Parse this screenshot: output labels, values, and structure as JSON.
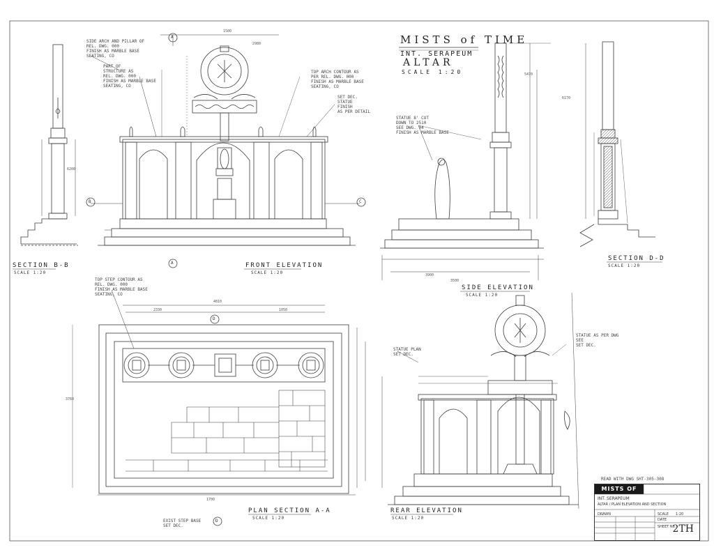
{
  "sheet": {
    "project_title": "MISTS of TIME",
    "project_subtitle": "INT. SERAPEUM",
    "drawing_title": "ALTAR",
    "drawing_scale": "SCALE 1:20",
    "grid_markers": [
      "A",
      "B",
      "C",
      "D"
    ]
  },
  "views": {
    "section_b_b": {
      "title": "SECTION B-B",
      "scale": "SCALE 1:20"
    },
    "front_elevation": {
      "title": "FRONT ELEVATION",
      "scale": "SCALE 1:20"
    },
    "side_elevation": {
      "title": "SIDE ELEVATION",
      "scale": "SCALE 1:20"
    },
    "section_d_d": {
      "title": "SECTION D-D",
      "scale": "SCALE 1:20"
    },
    "plan_section": {
      "title": "PLAN SECTION A-A",
      "scale": "SCALE 1:20"
    },
    "rear_elevation": {
      "title": "REAR ELEVATION",
      "scale": "SCALE 1:20"
    }
  },
  "notes": {
    "n1": "SIDE ARCH AND PILLAR OF\nREL. DWG. 000\nFINISH AS MARBLE BASE\nSEATING, CO",
    "n2": "PART OF\nSTRUCTURE AS\nREL. DWG. 000\nFINISH AS MARBLE BASE\nSEATING, CO",
    "n3": "TOP ARCH CONTOUR AS\nPER REL. DWG. 000\nFINISH AS MARBLE BASE\nSEATING, CO",
    "n4": "SET DEC.\nSTATUE\nFINISH\nAS PER DETAIL",
    "n5": "STATUE 8' CUT\nDOWN TO 2510\nSEE DWG. 04\nFINISH AS MARBLE BASE",
    "n6": "TOP STEP CONTOUR AS\nREL. DWG. 000\nFINISH AS MARBLE BASE\nSEATING, CO",
    "n7": "EXIST STEP BASE\nSET DEC.",
    "n8": "STATUE PLAN\nSET DEC.",
    "n9": "STATUE AS PER DWG\nSEE\nSET DEC.",
    "n10": "READ WITH DWG SHT-305-308"
  },
  "dims": {
    "d1500": "1500",
    "d2980": "2980",
    "d4810": "4810",
    "d2330": "2330",
    "d1050": "1050",
    "d3760": "3760",
    "d6170": "6170",
    "d5470": "5470",
    "d3900": "3900",
    "d3500": "3500",
    "d1700": "1700",
    "d6200": "6200"
  },
  "title_block": {
    "company": "MISTS OF TIME",
    "production": "INT. SERAPEUM",
    "drawing_name": "ALTAR / PLAN ELEVATION AND SECTION",
    "drawn_label": "DRAWN",
    "scale_label": "SCALE",
    "scale_value": "1:20",
    "date_label": "DATE",
    "sheet_label": "SHEET No.",
    "sheet_number": "2TH"
  }
}
